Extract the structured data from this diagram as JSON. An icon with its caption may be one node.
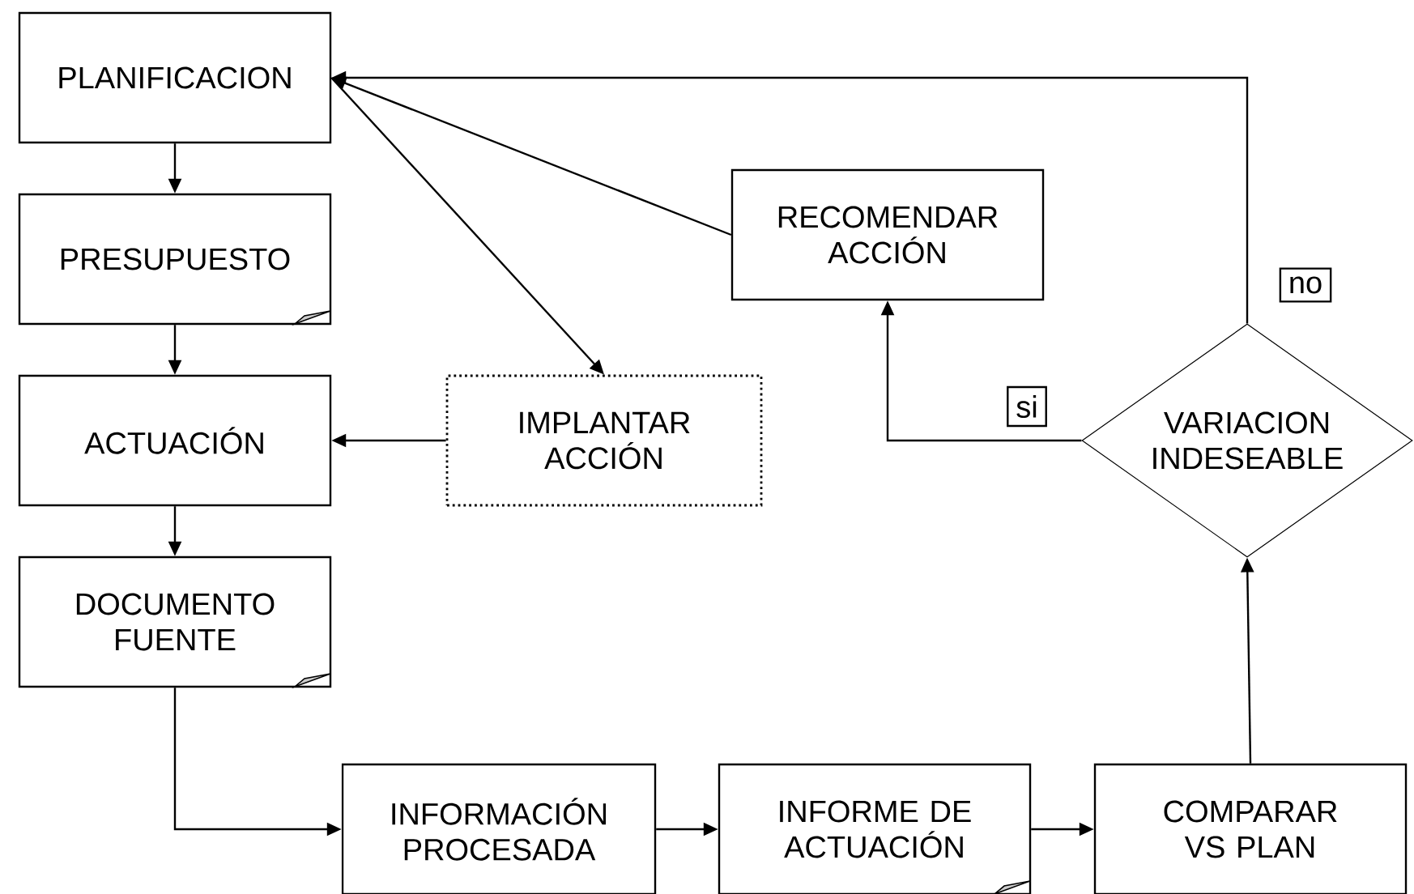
{
  "diagram": {
    "nodes": [
      {
        "text": [
          "PLANIFICACION"
        ]
      },
      {
        "text": [
          "PRESUPUESTO"
        ]
      },
      {
        "text": [
          "ACTUACIÓN"
        ]
      },
      {
        "text": [
          "IMPLANTAR ACCIÓN"
        ]
      },
      {
        "text": [
          "RECOMENDAR ACCIÓN"
        ]
      },
      {
        "text": [
          "VARIACION INDESEABLE"
        ]
      },
      {
        "text": [
          "DOCUMENTO FUENTE"
        ]
      },
      {
        "text": [
          "INFORMACIÓN PROCESADA"
        ]
      },
      {
        "text": [
          "INFORME DE ACTUACIÓN"
        ]
      },
      {
        "text": [
          "COMPARAR VS PLAN"
        ]
      }
    ],
    "edges": [
      {
        "from": 0,
        "to": 1,
        "arrow": "to"
      },
      {
        "from": 1,
        "to": 2,
        "arrow": "to"
      },
      {
        "from": 2,
        "to": 6,
        "arrow": "to"
      },
      {
        "from": 6,
        "to": 7,
        "arrow": "to"
      },
      {
        "from": 7,
        "to": 8,
        "arrow": "to"
      },
      {
        "from": 8,
        "to": 9,
        "arrow": "to"
      },
      {
        "from": 9,
        "to": 5,
        "arrow": "to"
      },
      {
        "from": 5,
        "to": 4,
        "arrow": "to",
        "label": "si"
      },
      {
        "from": 5,
        "to": 0,
        "arrow": "to",
        "label": "no"
      },
      {
        "from": 4,
        "to": 0,
        "arrow": "to"
      },
      {
        "from": 0,
        "to": 3,
        "arrow": "to"
      },
      {
        "from": 3,
        "to": 2,
        "arrow": "to"
      }
    ]
  }
}
